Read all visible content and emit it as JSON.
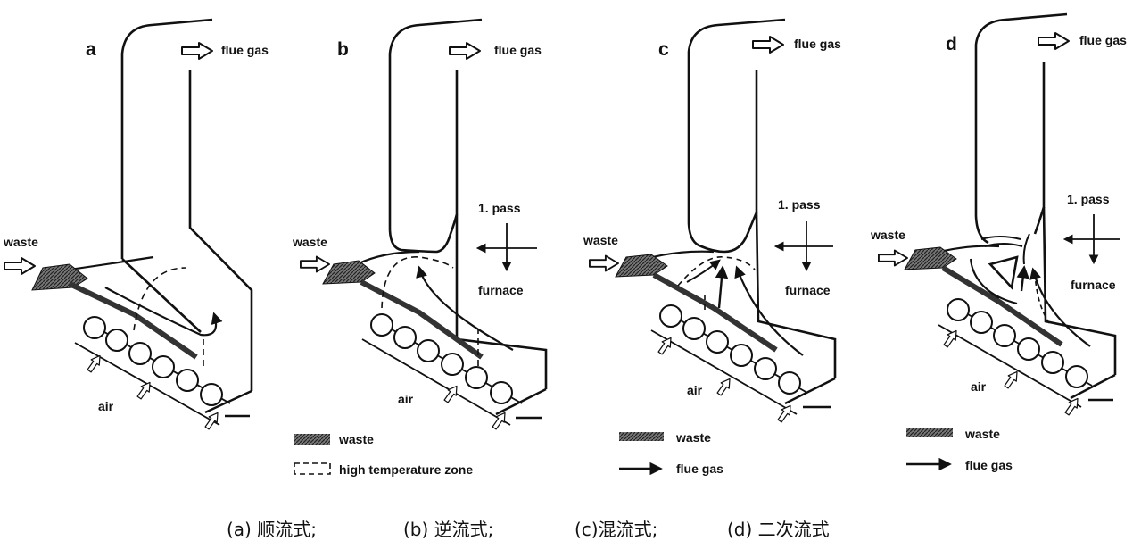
{
  "panels": [
    {
      "letter": "a",
      "flue_gas": "flue gas",
      "waste": "waste",
      "air": "air"
    },
    {
      "letter": "b",
      "flue_gas": "flue gas",
      "waste": "waste",
      "air": "air",
      "pass": "1. pass",
      "furnace": "furnace"
    },
    {
      "letter": "c",
      "flue_gas": "flue gas",
      "waste": "waste",
      "air": "air",
      "pass": "1. pass",
      "furnace": "furnace"
    },
    {
      "letter": "d",
      "flue_gas": "flue gas",
      "waste": "waste",
      "air": "air",
      "pass": "1. pass",
      "furnace": "furnace"
    }
  ],
  "legends": {
    "b": {
      "waste": "waste",
      "zone": "high temperature zone"
    },
    "c": {
      "waste": "waste",
      "flue": "flue gas"
    },
    "d": {
      "waste": "waste",
      "flue": "flue gas"
    }
  },
  "captions": [
    "(a) 顺流式;",
    "(b) 逆流式;",
    "(c)混流式;",
    "(d) 二次流式"
  ],
  "colors": {
    "stroke": "#111111",
    "waste_fill": "#555555"
  }
}
